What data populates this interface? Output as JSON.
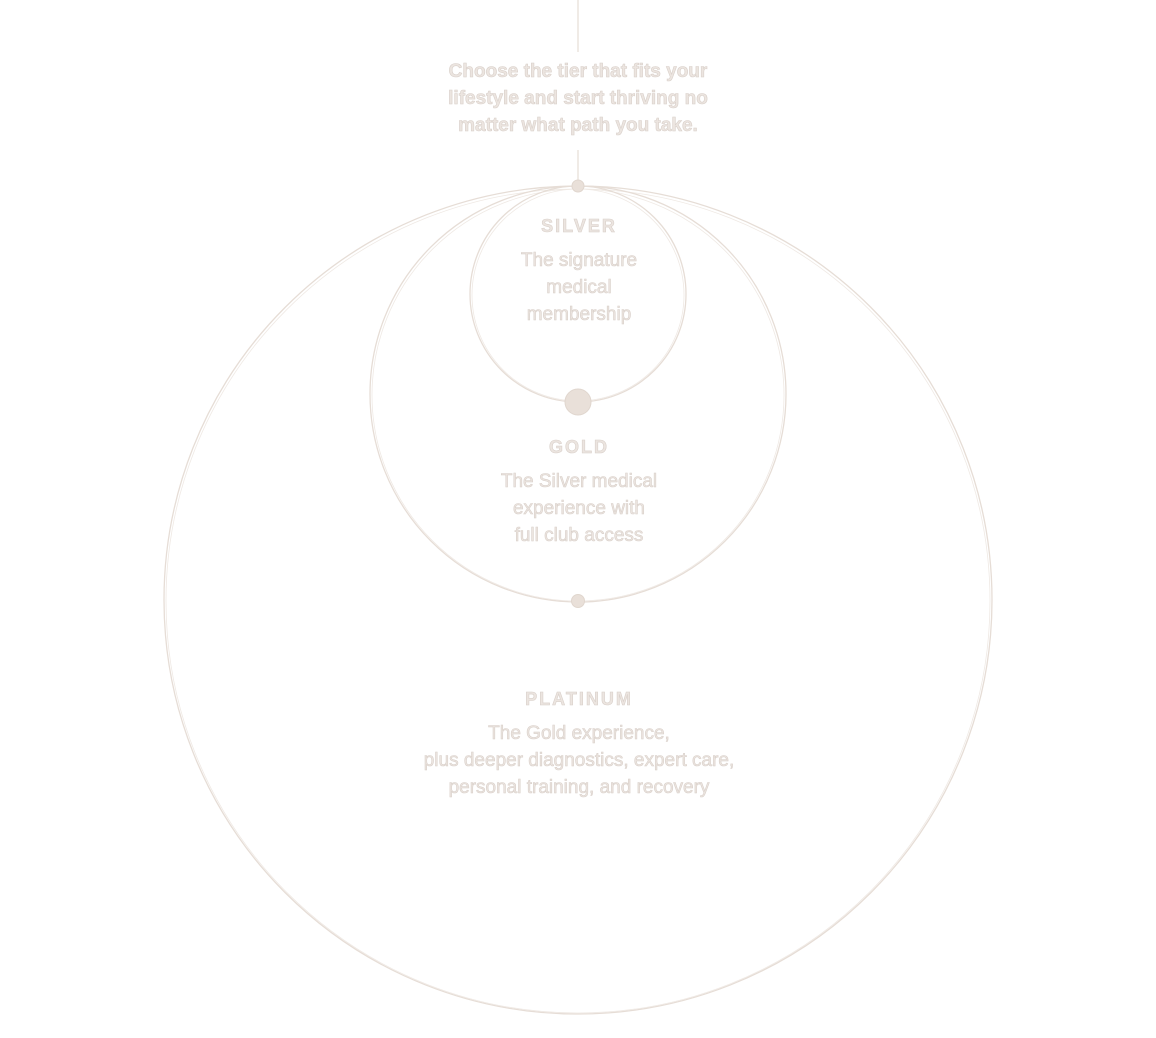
{
  "intro": {
    "text": "Choose the tier that fits your\nlifestyle and start thriving no\nmatter what path you take."
  },
  "tiers": {
    "silver": {
      "name": "SILVER",
      "description": "The signature\nmedical\nmembership"
    },
    "gold": {
      "name": "GOLD",
      "description": "The Silver medical\nexperience with\nfull club access"
    },
    "platinum": {
      "name": "PLATINUM",
      "description": "The Gold experience,\nplus deeper diagnostics, expert care,\npersonal training, and recovery"
    }
  },
  "colors": {
    "line": "#e6ddd6",
    "node": "#e9e0d9",
    "text": "#ece5e0",
    "background": "#ffffff"
  }
}
